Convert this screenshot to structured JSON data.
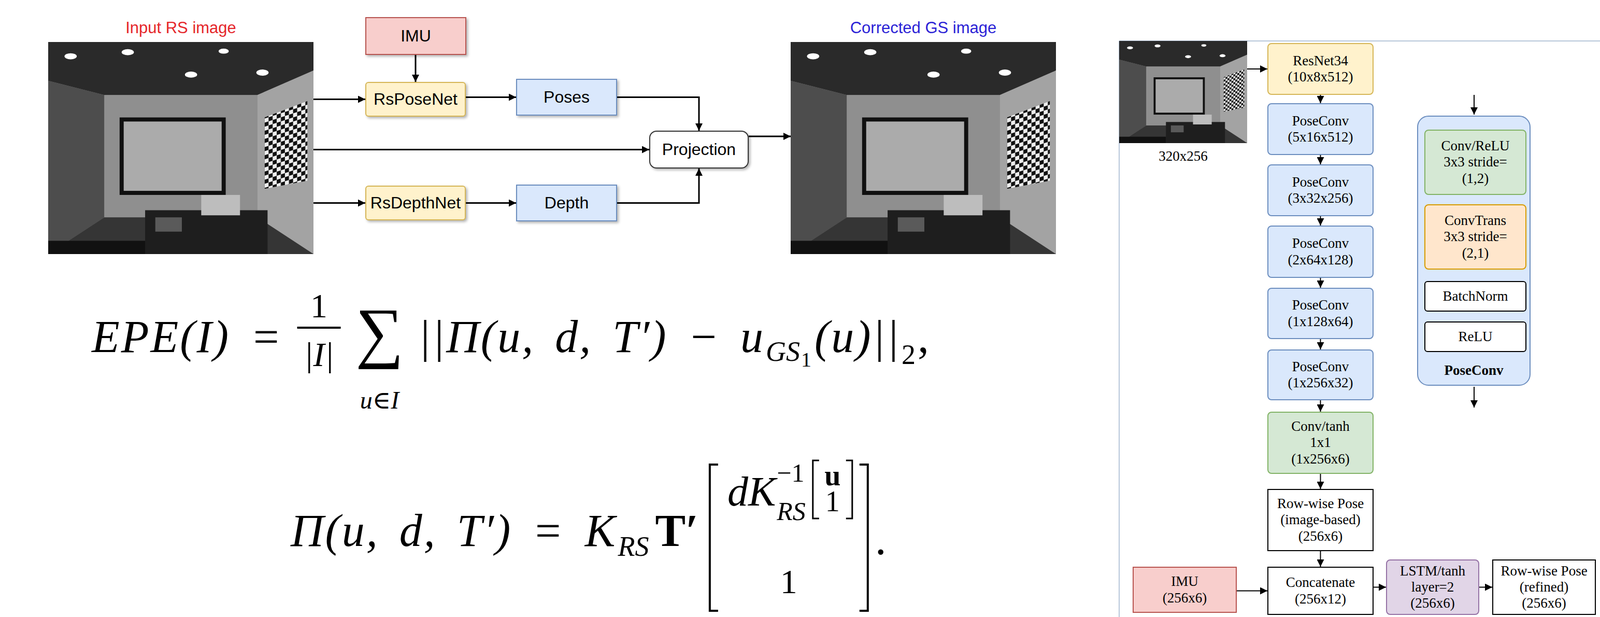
{
  "diagram": {
    "nodes": [
      {
        "text": [
          "Input RS image"
        ]
      },
      {
        "text": [
          "IMU"
        ]
      },
      {
        "text": [
          "RsPoseNet"
        ]
      },
      {
        "text": [
          "Poses"
        ]
      },
      {
        "text": [
          "Projection"
        ]
      },
      {
        "text": [
          "RsDepthNet"
        ]
      },
      {
        "text": [
          "Depth"
        ]
      },
      {
        "text": [
          "Corrected GS image"
        ]
      },
      {
        "text": [
          "320x256"
        ]
      },
      {
        "text": [
          "ResNet34 (10x8x512)"
        ]
      },
      {
        "text": [
          "PoseConv (5x16x512)"
        ]
      },
      {
        "text": [
          "PoseConv (3x32x256)"
        ]
      },
      {
        "text": [
          "PoseConv (2x64x128)"
        ]
      },
      {
        "text": [
          "PoseConv (1x128x64)"
        ]
      },
      {
        "text": [
          "PoseConv (1x256x32)"
        ]
      },
      {
        "text": [
          "Conv/tanh 1x1 (1x256x6)"
        ]
      },
      {
        "text": [
          "Row-wise Pose (image-based) (256x6)"
        ]
      },
      {
        "text": [
          "PoseConv"
        ]
      },
      {
        "text": [
          "Conv/ReLU 3x3 stride=(1,2)"
        ],
        "in": 17
      },
      {
        "text": [
          "ConvTrans 3x3 stride=(2,1)"
        ],
        "in": 17
      },
      {
        "text": [
          "BatchNorm"
        ],
        "in": 17
      },
      {
        "text": [
          "ReLU"
        ],
        "in": 17
      },
      {
        "text": [
          "IMU (256x6)"
        ]
      },
      {
        "text": [
          "Concatenate (256x12)"
        ]
      },
      {
        "text": [
          "LSTM/tanh layer=2 (256x6)"
        ]
      },
      {
        "text": [
          "Row-wise Pose (refined) (256x6)"
        ]
      }
    ],
    "edges": [
      {
        "from": 0,
        "to": 2,
        "arrow": "to"
      },
      {
        "from": 1,
        "to": 2,
        "arrow": "to"
      },
      {
        "from": 2,
        "to": 3,
        "arrow": "to"
      },
      {
        "from": 3,
        "to": 4,
        "arrow": "to"
      },
      {
        "from": 0,
        "to": 4,
        "arrow": "to"
      },
      {
        "from": 0,
        "to": 5,
        "arrow": "to"
      },
      {
        "from": 5,
        "to": 6,
        "arrow": "to"
      },
      {
        "from": 6,
        "to": 4,
        "arrow": "to"
      },
      {
        "from": 4,
        "to": 7,
        "arrow": "to"
      },
      {
        "from": 8,
        "to": 9,
        "arrow": "to"
      },
      {
        "from": 9,
        "to": 10,
        "arrow": "to"
      },
      {
        "from": 10,
        "to": 11,
        "arrow": "to"
      },
      {
        "from": 11,
        "to": 12,
        "arrow": "to"
      },
      {
        "from": 12,
        "to": 13,
        "arrow": "to"
      },
      {
        "from": 13,
        "to": 14,
        "arrow": "to"
      },
      {
        "from": 14,
        "to": 15,
        "arrow": "to"
      },
      {
        "from": 15,
        "to": 16,
        "arrow": "to"
      },
      {
        "from": 16,
        "to": 23,
        "arrow": "to"
      },
      {
        "from": 22,
        "to": 23,
        "arrow": "to"
      },
      {
        "from": 23,
        "to": 24,
        "arrow": "to"
      },
      {
        "from": 24,
        "to": 25,
        "arrow": "to"
      }
    ],
    "labels": [
      "EPE(I) =",
      "1",
      "|I|",
      "∑",
      "u∈I",
      "||Π(u, d, T′) − u",
      "GS",
      "1",
      "(u)||",
      "2",
      ",",
      "Π(u, d, T′) = K",
      "RS",
      "T′",
      "dK",
      "−1",
      "RS",
      "u",
      "1",
      "1",
      "."
    ]
  }
}
